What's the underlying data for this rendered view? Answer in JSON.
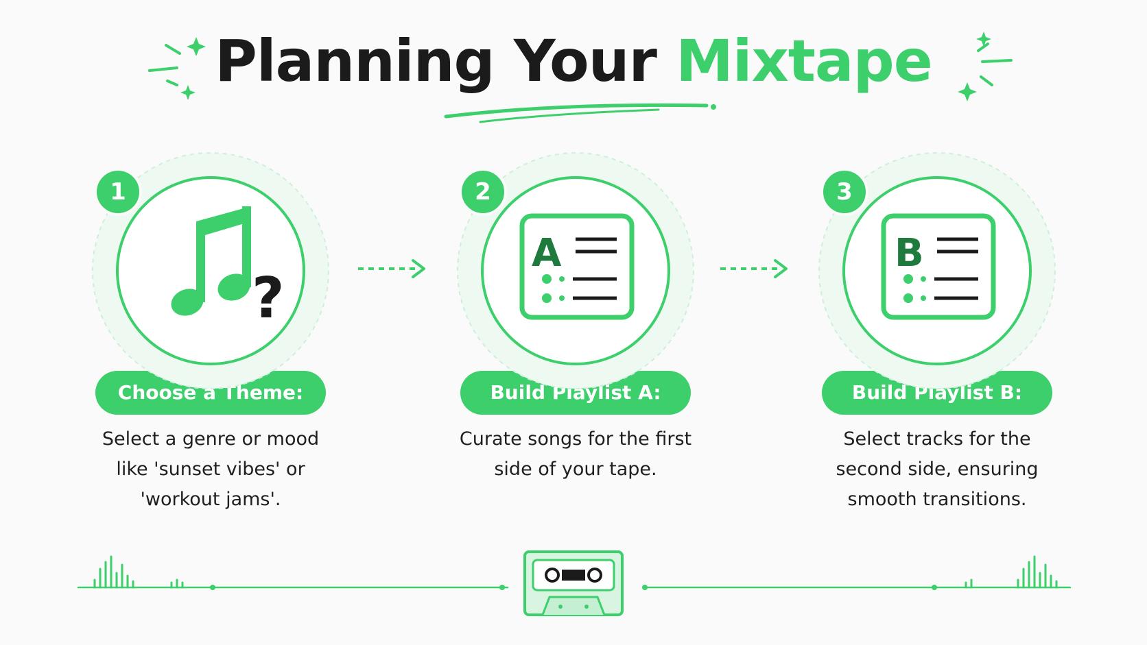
{
  "title": {
    "part1": "Planning Your",
    "part2": "Mixtape"
  },
  "colors": {
    "accent": "#3ccf6b",
    "dark": "#1b1b1b",
    "light_accent": "#d9f5e2",
    "background": "#fafafa"
  },
  "steps": [
    {
      "number": "1",
      "icon": "music-note-question-icon",
      "title": "Choose a Theme:",
      "description": "Select a genre or mood like 'sunset vibes' or 'workout jams'."
    },
    {
      "number": "2",
      "icon": "playlist-a-icon",
      "icon_letter": "A",
      "title": "Build Playlist A:",
      "description": "Curate songs for the first side of your tape."
    },
    {
      "number": "3",
      "icon": "playlist-b-icon",
      "icon_letter": "B",
      "title": "Build Playlist B:",
      "description": "Select tracks for the second side, ensuring smooth transitions."
    }
  ],
  "footer": {
    "icon": "cassette-tape-icon"
  }
}
